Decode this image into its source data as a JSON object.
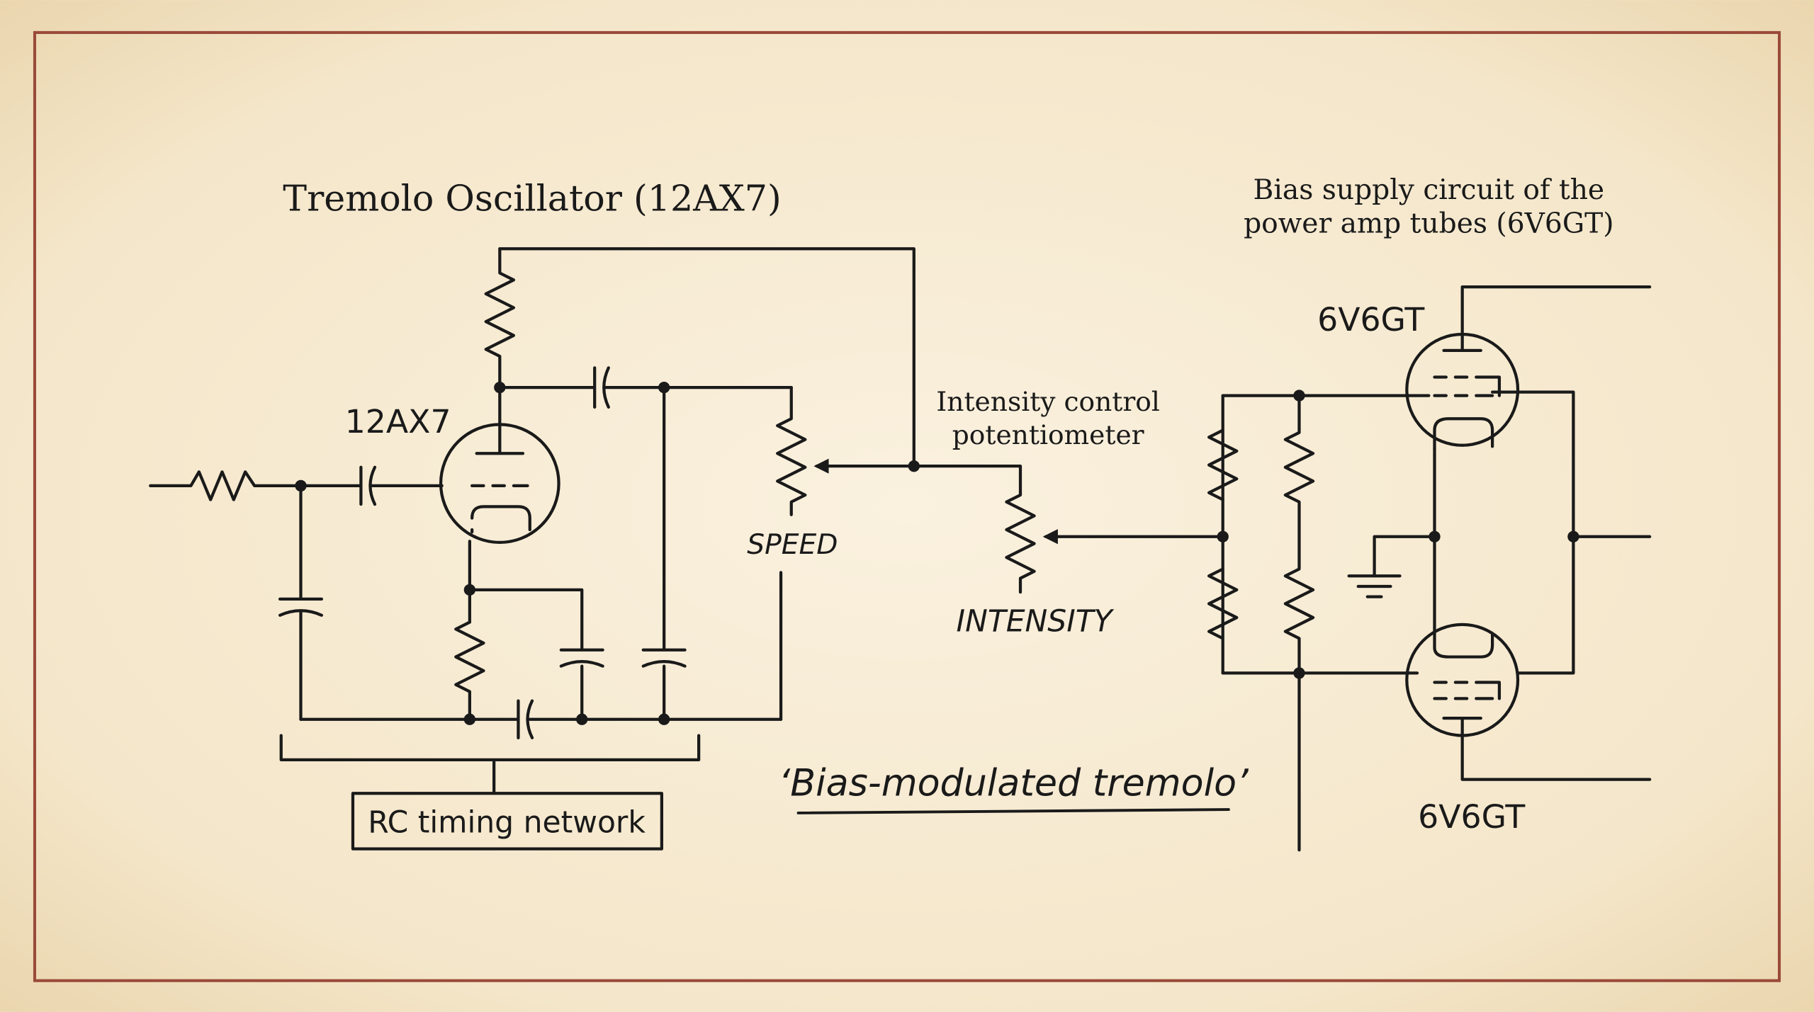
{
  "title": "Tremolo Oscillator (12AX7)",
  "bias_supply_label": [
    "Bias supply circuit of the",
    "power amp tubes (6V6GT)"
  ],
  "intensity_caption": [
    "Intensity control",
    "potentiometer"
  ],
  "tubes": {
    "oscillator": "12AX7",
    "power_top": "6V6GT",
    "power_bottom": "6V6GT"
  },
  "controls": {
    "speed": "SPEED",
    "intensity": "INTENSITY"
  },
  "rc_network_label": "RC timing network",
  "tagline": "‘Bias-modulated tremolo’",
  "colors": {
    "paper": "#f3e6cc",
    "ink": "#1a1a1a",
    "frame": "#9a4a3a"
  }
}
